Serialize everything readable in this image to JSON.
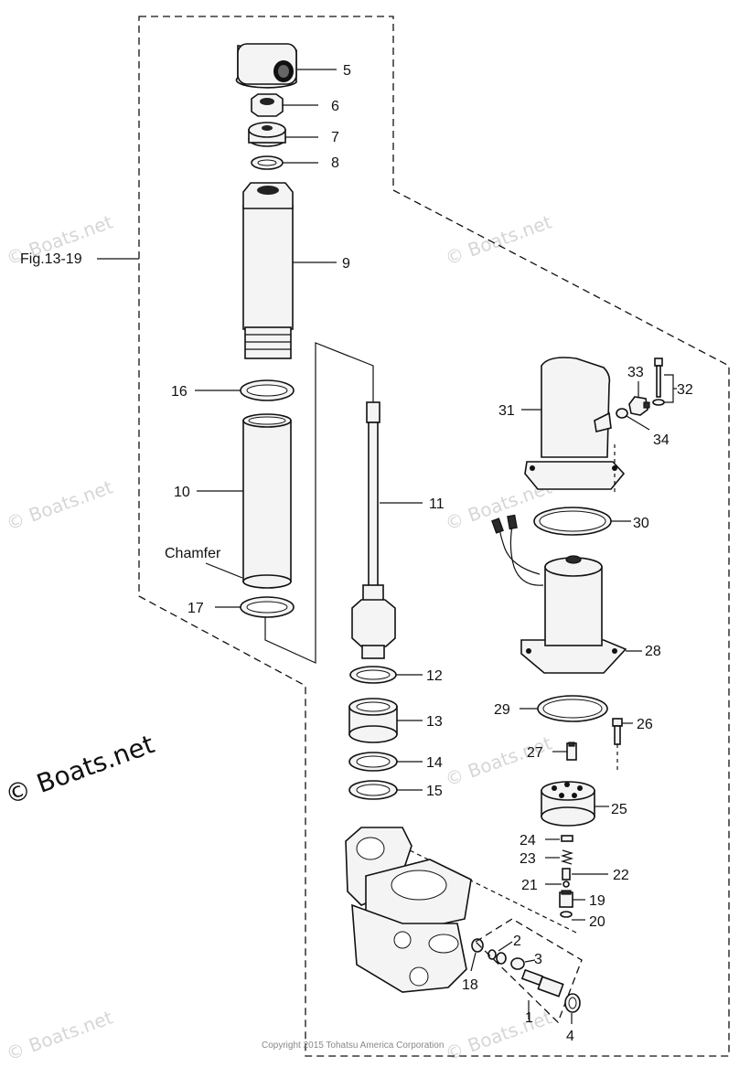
{
  "figure_ref": "Fig.13-19",
  "chamfer_label": "Chamfer",
  "copyright": "Copyright 2015 Tohatsu America Corporation",
  "watermark": "© Boats.net",
  "parts": {
    "p1": "1",
    "p2": "2",
    "p3": "3",
    "p4": "4",
    "p5": "5",
    "p6": "6",
    "p7": "7",
    "p8": "8",
    "p9": "9",
    "p10": "10",
    "p11": "11",
    "p12": "12",
    "p13": "13",
    "p14": "14",
    "p15": "15",
    "p16": "16",
    "p17": "17",
    "p18": "18",
    "p19": "19",
    "p20": "20",
    "p21": "21",
    "p22": "22",
    "p23": "23",
    "p24": "24",
    "p25": "25",
    "p26": "26",
    "p27": "27",
    "p28": "28",
    "p29": "29",
    "p30": "30",
    "p31": "31",
    "p32": "32",
    "p33": "33",
    "p34": "34"
  }
}
